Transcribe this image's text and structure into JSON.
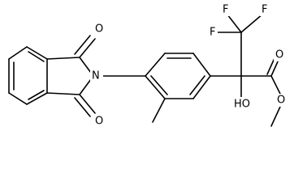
{
  "molecule": {
    "atom_labels": {
      "phthalimide_O_top": "O",
      "phthalimide_O_bottom": "O",
      "imide_N": "N",
      "hydroxyl": "HO",
      "ester_carbonyl_O": "O",
      "ester_O": "O",
      "F_top_left": "F",
      "F_top_right": "F",
      "F_left": "F"
    }
  }
}
